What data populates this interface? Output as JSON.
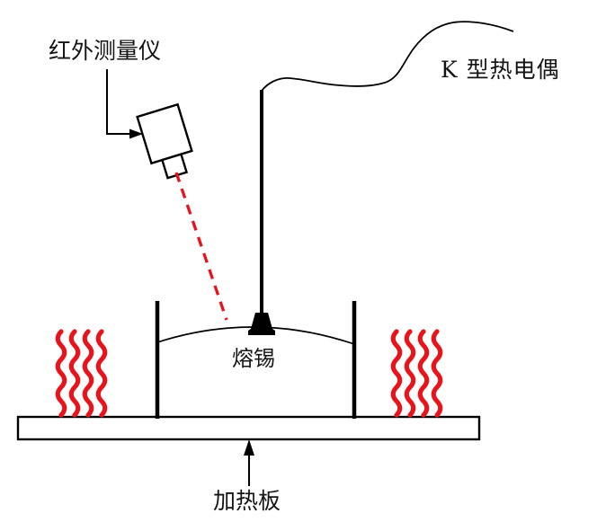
{
  "diagram": {
    "labels": {
      "infrared_meter": "红外测量仪",
      "k_type_thermocouple": "K 型热电偶",
      "molten_tin": "熔锡",
      "heating_plate": "加热板"
    },
    "colors": {
      "line": "#000000",
      "heat_wave": "#e8131b",
      "laser_beam": "#e8131b",
      "background": "#ffffff"
    }
  }
}
